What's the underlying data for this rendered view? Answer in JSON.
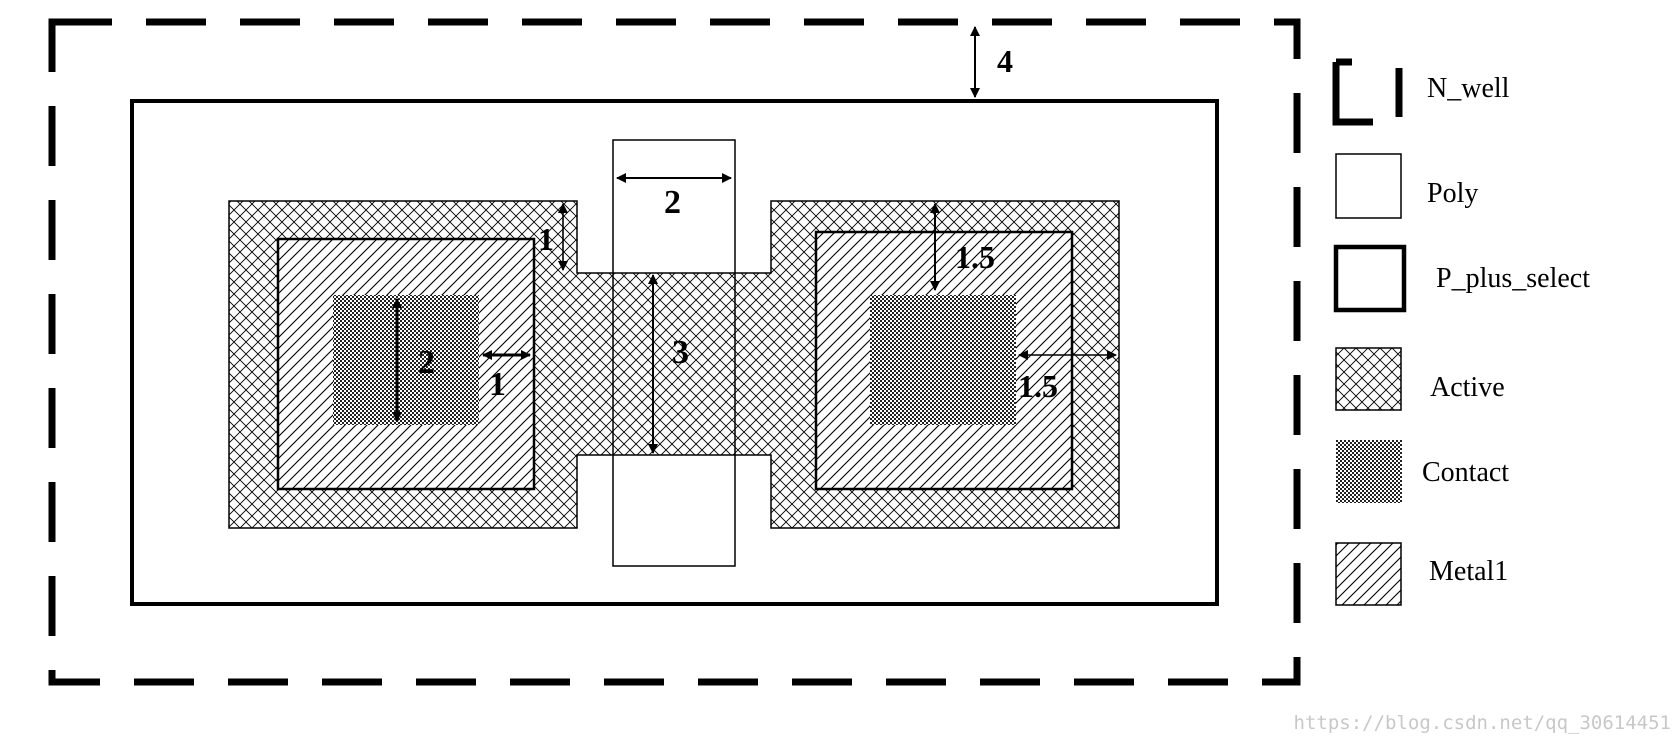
{
  "dimensions": {
    "nwell_spacing": "4",
    "poly_width": "2",
    "active_overhang": "1",
    "contact_size": "2",
    "contact_to_active": "1",
    "active_width": "3",
    "metal_to_active_top": "1.5",
    "metal_to_active_right": "1.5"
  },
  "legend": {
    "nwell": "N_well",
    "poly": "Poly",
    "pplus": "P_plus_select",
    "active": "Active",
    "contact": "Contact",
    "metal1": "Metal1"
  },
  "watermark": "https://blog.csdn.net/qq_30614451"
}
